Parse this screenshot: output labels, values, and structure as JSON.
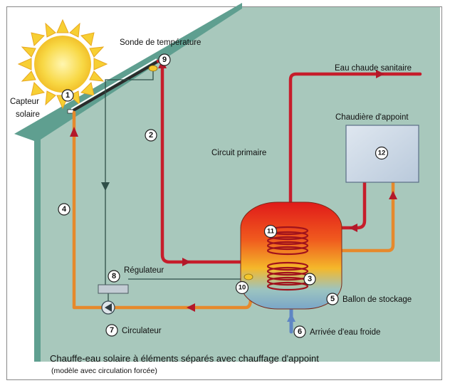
{
  "labels": {
    "capteur_line1": "Capteur",
    "capteur_line2": "solaire",
    "sonde": "Sonde de température",
    "eau_chaude": "Eau chaude sanitaire",
    "chaudiere": "Chaudière d'appoint",
    "circuit_primaire": "Circuit primaire",
    "regulateur": "Régulateur",
    "circulateur": "Circulateur",
    "ballon": "Ballon de stockage",
    "arrivee": "Arrivée d'eau froide"
  },
  "numbers": {
    "n1": "1",
    "n2": "2",
    "n3": "3",
    "n4": "4",
    "n5": "5",
    "n6": "6",
    "n7": "7",
    "n8": "8",
    "n9": "9",
    "n10": "10",
    "n11": "11",
    "n12": "12"
  },
  "caption": {
    "title": "Chauffe-eau solaire à éléments séparés avec chauffage d'appoint",
    "subtitle": "(modèle avec circulation forcée)"
  },
  "colors": {
    "house": "#a8c8bc",
    "roof_edge": "#5a9c8e",
    "pipe_hot": "#c0182a",
    "pipe_warm": "#e58a2a",
    "boiler": "#c9d6e4",
    "sun": "#f6d23a"
  }
}
